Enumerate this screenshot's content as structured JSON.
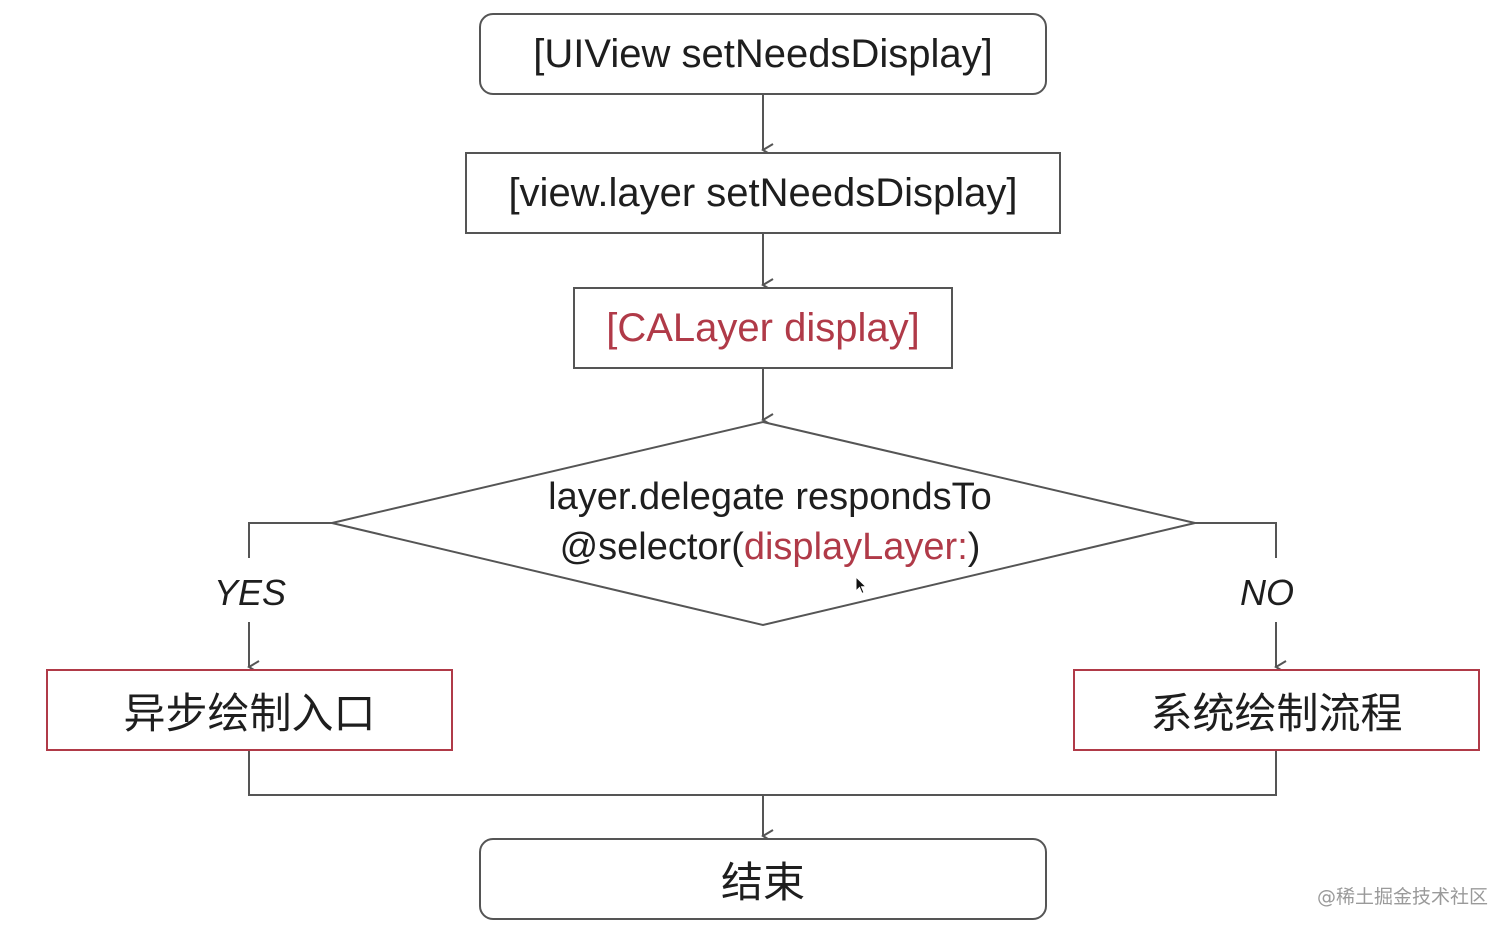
{
  "nodes": {
    "start": "[UIView setNeedsDisplay]",
    "layer_set_needs_display": "[view.layer setNeedsDisplay]",
    "calayer_display": "[CALayer display]",
    "decision": {
      "line1": "layer.delegate respondsTo",
      "line2_prefix": "@selector(",
      "line2_highlight": "displayLayer:",
      "line2_suffix": ")"
    },
    "async_entry": "异步绘制入口",
    "system_flow": "系统绘制流程",
    "end": "结束"
  },
  "branches": {
    "yes": "YES",
    "no": "NO"
  },
  "watermark": "@稀土掘金技术社区",
  "colors": {
    "highlight": "#b03a48",
    "stroke": "#555555",
    "text": "#1e1e1e"
  },
  "icons": {
    "cursor": "cursor-arrow-icon"
  }
}
